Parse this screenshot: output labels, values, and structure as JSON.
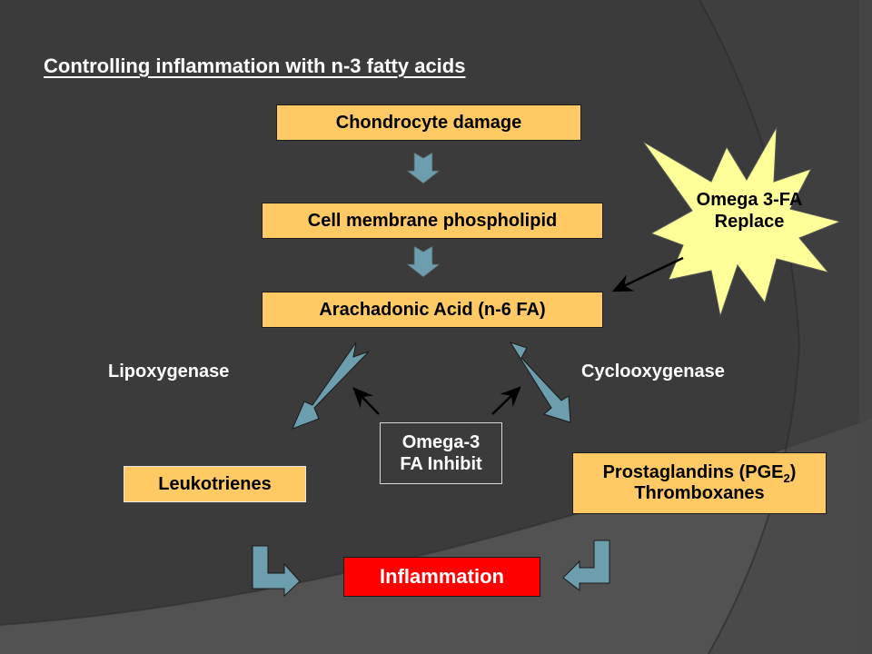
{
  "slide": {
    "title": "Controlling inflammation with n-3 fatty acids",
    "colors": {
      "background": "#3b3b3b",
      "box_fill": "#ffca64",
      "arrow_fill": "#6c9eae",
      "star_fill": "#ffff99",
      "inflammation_fill": "#ff0000"
    }
  },
  "nodes": {
    "chondrocyte": "Chondrocyte damage",
    "membrane": "Cell membrane phospholipid",
    "arachidonic": "Arachadonic Acid (n-6 FA)",
    "leukotrienes": "Leukotrienes",
    "prostaglandins_prefix": "Prostaglandins (PGE",
    "prostaglandins_sub": "2",
    "prostaglandins_suffix": ")",
    "thromboxanes": "Thromboxanes",
    "inflammation": "Inflammation"
  },
  "labels": {
    "lipoxygenase": "Lipoxygenase",
    "cyclooxygenase": "Cyclooxygenase"
  },
  "inhibit_box": {
    "line1": "Omega-3",
    "line2": "FA Inhibit"
  },
  "replace_star": {
    "line1": "Omega 3-FA",
    "line2": "Replace"
  }
}
